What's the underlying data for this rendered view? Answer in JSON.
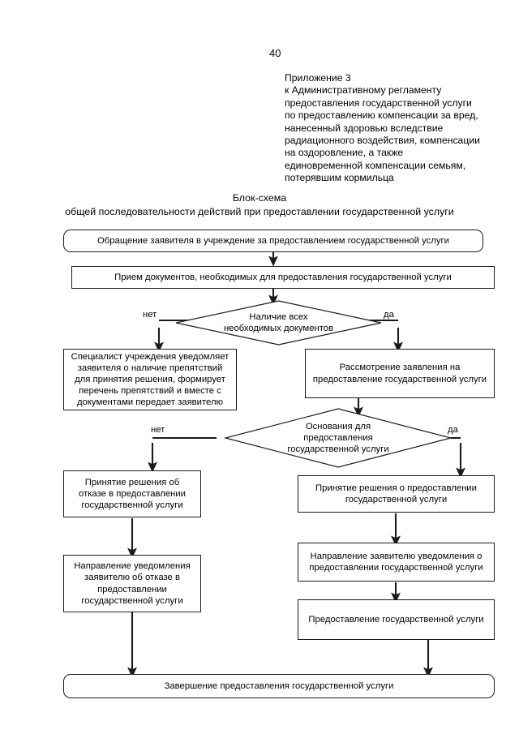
{
  "document": {
    "page_number": "40",
    "annex_lines": [
      "Приложение 3",
      "к Административному регламенту",
      "предоставления государственной услуги",
      "по предоставлению компенсации за вред,",
      "нанесенный здоровью вследствие",
      "радиационного воздействия, компенсации",
      "на оздоровление, а также",
      "единовременной компенсации семьям,",
      "потерявшим кормильца"
    ],
    "title_lines": [
      "Блок-схема",
      "общей последовательности действий при предоставлении государственной услуги"
    ]
  },
  "flowchart": {
    "start": {
      "lines": [
        "Обращение заявителя в учреждение за предоставлением государственной услуги"
      ]
    },
    "intake": {
      "lines": [
        "Прием документов, необходимых для предоставления государственной услуги"
      ]
    },
    "decision_documents": {
      "lines": [
        "Наличие всех",
        "необходимых документов"
      ],
      "no_label": "нет",
      "yes_label": "да"
    },
    "specialist_notify": {
      "lines": [
        "Специалист учреждения уведомляет",
        "заявителя о наличие препятствий",
        "для принятия решения, формирует",
        "перечень препятствий и вместе с",
        "документами передает заявителю"
      ]
    },
    "review_application": {
      "lines": [
        "Рассмотрение заявления на",
        "предоставление государственной услуги"
      ]
    },
    "decision_grounds": {
      "lines": [
        "Основания для",
        "предоставления",
        "государственной услуги"
      ],
      "no_label": "нет",
      "yes_label": "да"
    },
    "decision_refusal": {
      "lines": [
        "Принятие решения об",
        "отказе в предоставлении",
        "государственной услуги"
      ]
    },
    "decision_provide": {
      "lines": [
        "Принятие решения о предоставлении",
        "государственной услуги"
      ]
    },
    "notify_refusal": {
      "lines": [
        "Направление уведомления",
        "заявителю об отказе в",
        "предоставлении",
        "государственной услуги"
      ]
    },
    "notify_provide": {
      "lines": [
        "Направление заявителю уведомления о",
        "предоставлении государственной услуги"
      ]
    },
    "provide_service": {
      "lines": [
        "Предоставление государственной услуги"
      ]
    },
    "finish": {
      "lines": [
        "Завершение предоставления государственной услуги"
      ]
    }
  },
  "style": {
    "line_color": "#1b1b1b",
    "text_color": "#000000",
    "background": "#ffffff"
  }
}
